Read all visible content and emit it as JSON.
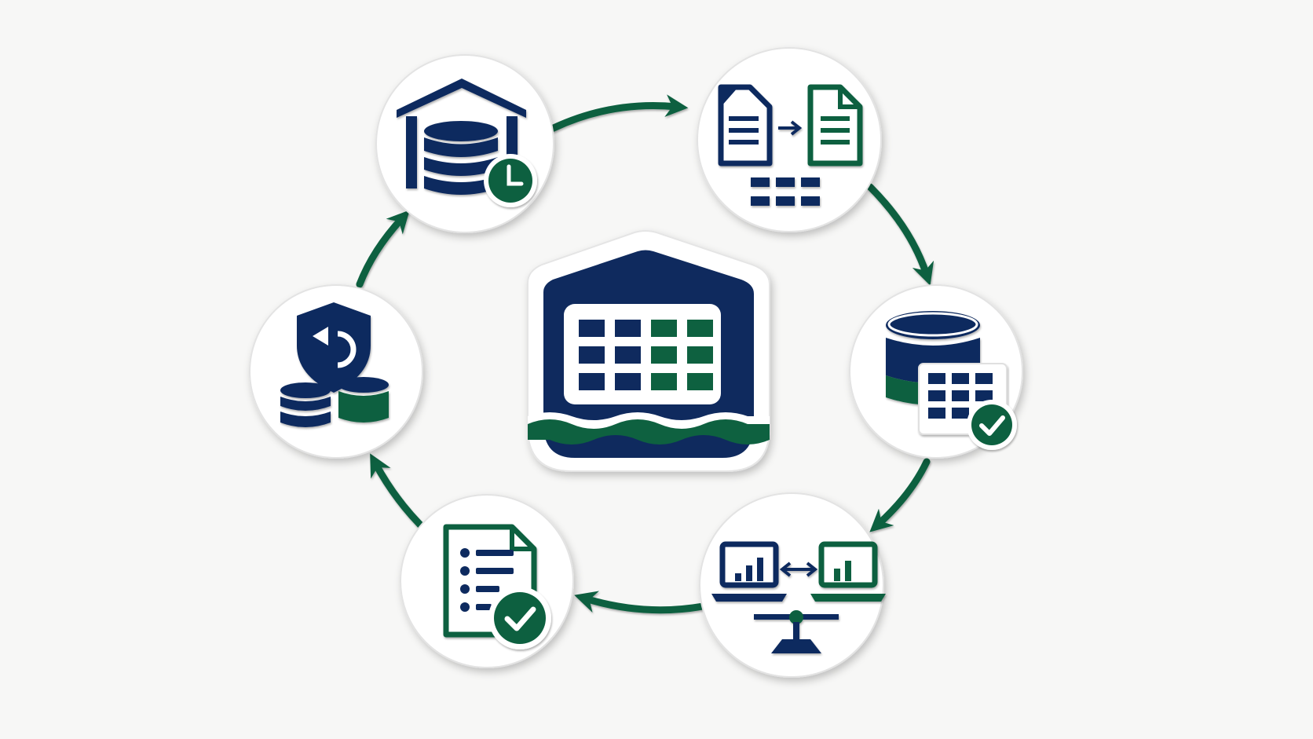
{
  "diagram": {
    "type": "cycle",
    "colors": {
      "navy": "#0f2a5e",
      "green": "#0e6140",
      "circle_fill": "#ffffff",
      "circle_edge": "#e3e3e3",
      "background": "#f7f7f6"
    },
    "center": {
      "icon": "data-lakehouse-table-icon"
    },
    "nodes": [
      {
        "id": "time-travel",
        "icon": "warehouse-database-clock-icon"
      },
      {
        "id": "schema-evolution",
        "icon": "file-transform-grid-icon"
      },
      {
        "id": "acid-tables",
        "icon": "database-table-check-icon"
      },
      {
        "id": "data-sharing",
        "icon": "laptops-sync-balance-icon"
      },
      {
        "id": "audit-compliance",
        "icon": "document-list-check-icon"
      },
      {
        "id": "backup-restore",
        "icon": "shield-undo-coins-icon"
      }
    ],
    "arrows": [
      {
        "from": "time-travel",
        "to": "schema-evolution"
      },
      {
        "from": "schema-evolution",
        "to": "acid-tables"
      },
      {
        "from": "acid-tables",
        "to": "data-sharing"
      },
      {
        "from": "data-sharing",
        "to": "audit-compliance"
      },
      {
        "from": "audit-compliance",
        "to": "backup-restore"
      },
      {
        "from": "backup-restore",
        "to": "time-travel"
      }
    ]
  }
}
